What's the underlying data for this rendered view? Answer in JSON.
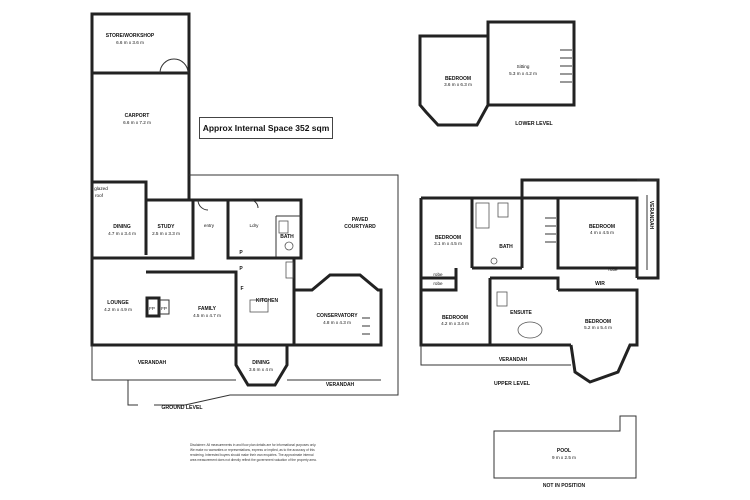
{
  "area_label": "Approx Internal Space 352 sqm",
  "levels": {
    "ground": "GROUND LEVEL",
    "upper": "UPPER LEVEL",
    "lower": "LOWER LEVEL"
  },
  "rooms": {
    "store": {
      "name": "STORE/WORKSHOP",
      "dims": "6.6 m x 3.6 m"
    },
    "carport": {
      "name": "CARPORT",
      "dims": "6.6 m x 7.2 m"
    },
    "glazed": {
      "line1": "glazed",
      "line2": "roof"
    },
    "dining_left": {
      "name": "DINING",
      "dims": "4.7 m x 3.4 m"
    },
    "study": {
      "name": "STUDY",
      "dims": "2.5 m x 3.3 m"
    },
    "entry": "entry",
    "ldry": "Ldry",
    "bath_ground": "BATH",
    "paved": {
      "line1": "PAVED",
      "line2": "COURTYARD"
    },
    "p1": "P",
    "p2": "P",
    "f": "F",
    "lounge": {
      "name": "LOUNGE",
      "dims": "4.2 m x 4.9 m"
    },
    "fp1": "FP",
    "fp2": "FP",
    "family": {
      "name": "FAMILY",
      "dims": "4.5 m x 4.7 m"
    },
    "kitchen": "KITCHEN",
    "conservatory": {
      "name": "CONSERVATORY",
      "dims": "4.8 m x 4.3 m"
    },
    "dining_bottom": {
      "name": "DINING",
      "dims": "3.6 m x 4 m"
    },
    "verandah_ground_left": "VERANDAH",
    "verandah_ground_right": "VERANDAH",
    "bedroom_lower": {
      "name": "BEDROOM",
      "dims": "3.6 m x 6.3 m"
    },
    "sitting": {
      "name": "Sitting",
      "dims": "5.3 m x 4.2 m"
    },
    "bedroom_upper_1": {
      "name": "BEDROOM",
      "dims": "3.1 m x 4.5 m"
    },
    "bath_upper": "BATH",
    "bedroom_upper_2": {
      "name": "BEDROOM",
      "dims": "4 m x 4.5 m"
    },
    "verandah_upper_right": "VERANDAH",
    "robe1": "robe",
    "robe2": "robe",
    "robe3": "robe",
    "wir": "WIR",
    "bedroom_upper_3": {
      "name": "BEDROOM",
      "dims": "4.2 m x 3.4 m"
    },
    "ensuite": "ENSUITE",
    "bedroom_upper_4": {
      "name": "BEDROOM",
      "dims": "5.2 m x 5.4 m"
    },
    "verandah_upper": "VERANDAH",
    "pool": {
      "name": "POOL",
      "dims": "9 m x 2.5 m"
    }
  },
  "not_in_position": "NOT IN POSITION",
  "disclaimer": [
    "Disclaimer: All measurements in and floor plan details are for informational purposes only.",
    "We make no warranties or representations, express or implied, as to the accuracy of this",
    "rendering. Interested buyers should make their own enquiries. The approximate internal",
    "area measurement does not directly reflect the government valuation of the property area."
  ]
}
